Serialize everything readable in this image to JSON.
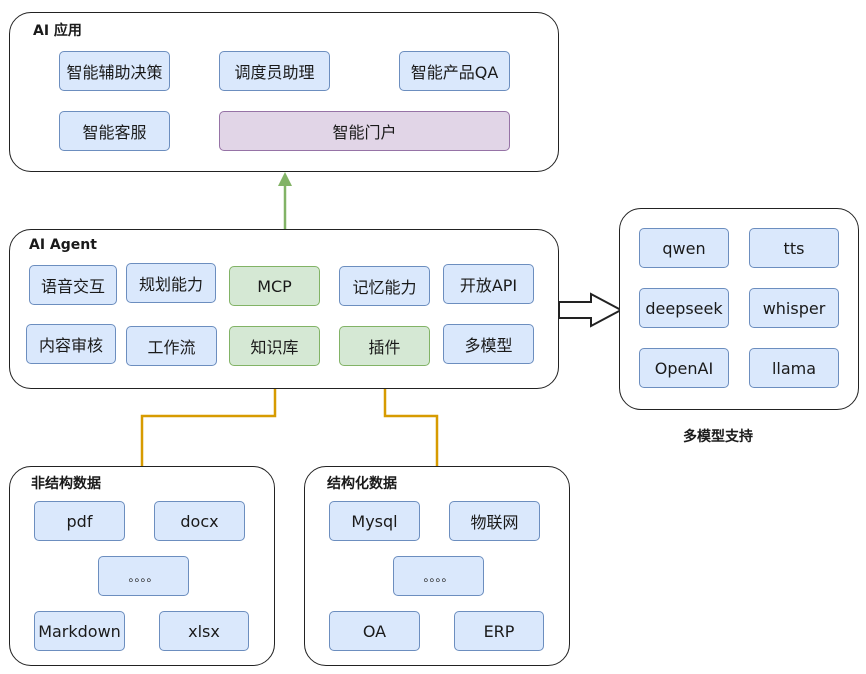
{
  "ai_app": {
    "title": "AI 应用",
    "nodes": [
      "智能辅助决策",
      "调度员助理",
      "智能产品QA",
      "智能客服",
      "智能门户"
    ]
  },
  "ai_agent": {
    "title": "AI Agent",
    "nodes": [
      "语音交互",
      "规划能力",
      "MCP",
      "记忆能力",
      "开放API",
      "内容审核",
      "工作流",
      "知识库",
      "插件",
      "多模型"
    ]
  },
  "models": {
    "caption": "多模型支持",
    "nodes": [
      "qwen",
      "tts",
      "deepseek",
      "whisper",
      "OpenAI",
      "llama"
    ]
  },
  "unstructured": {
    "title": "非结构数据",
    "nodes": [
      "pdf",
      "docx",
      "。。。。",
      "Markdown",
      "xlsx"
    ]
  },
  "structured": {
    "title": "结构化数据",
    "nodes": [
      "Mysql",
      "物联网",
      "。。。。",
      "OA",
      "ERP"
    ]
  },
  "colors": {
    "blue_fill": "#dae8fc",
    "blue_stroke": "#6c8ebf",
    "green_fill": "#d5e8d4",
    "green_stroke": "#82b366",
    "purple_fill": "#e1d5e7",
    "purple_stroke": "#9673a6",
    "green_arrow": "#82b366",
    "orange_arrow": "#d79b00"
  }
}
